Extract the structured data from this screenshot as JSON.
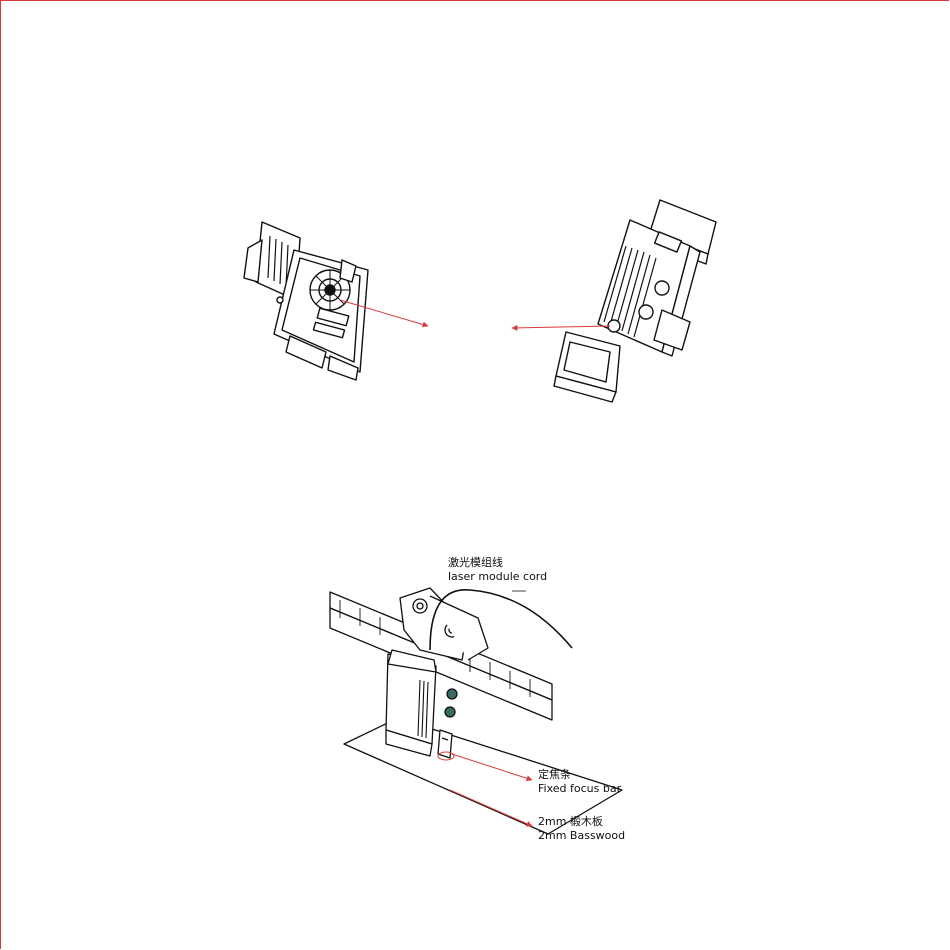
{
  "colors": {
    "frame": "#d83a3a",
    "arrow": "#d83a3a",
    "line": "#111111"
  },
  "labels": {
    "cord": {
      "zh": "激光模组线",
      "en": "laser module cord"
    },
    "focus_bar": {
      "zh": "定焦条",
      "en": "Fixed focus bar"
    },
    "basswood": {
      "zh": "2mm 椴木板",
      "en": "2mm Basswood"
    }
  }
}
